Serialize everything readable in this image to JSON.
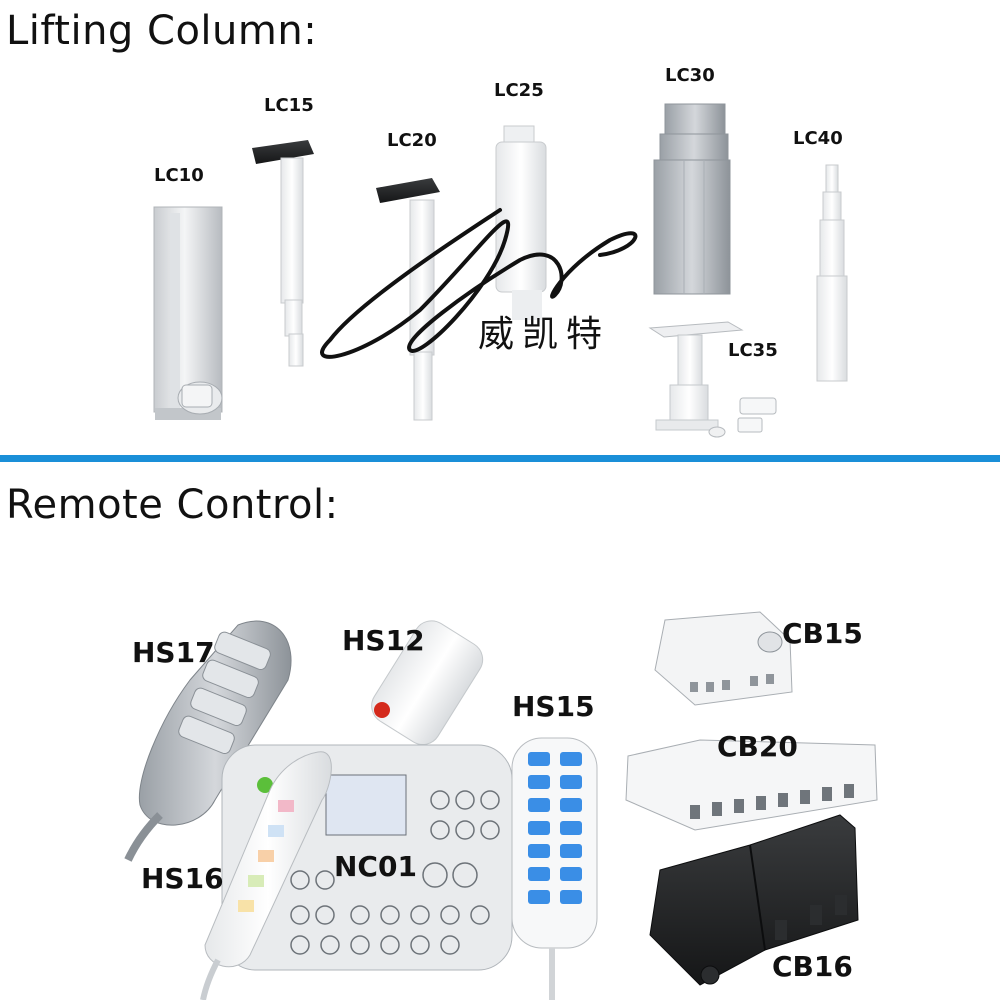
{
  "sections": {
    "lifting_title": "Lifting Column:",
    "remote_title": "Remote Control:"
  },
  "lifting_columns": [
    "LC10",
    "LC15",
    "LC20",
    "LC25",
    "LC30",
    "LC40",
    "LC35"
  ],
  "remote_controls": [
    "HS17",
    "HS12",
    "HS15",
    "HS16",
    "NC01",
    "CB15",
    "CB20",
    "CB16"
  ],
  "watermark": "威凯特",
  "colors": {
    "divider": "#1a8fd8",
    "remote_blue": "#3a8ee6"
  }
}
